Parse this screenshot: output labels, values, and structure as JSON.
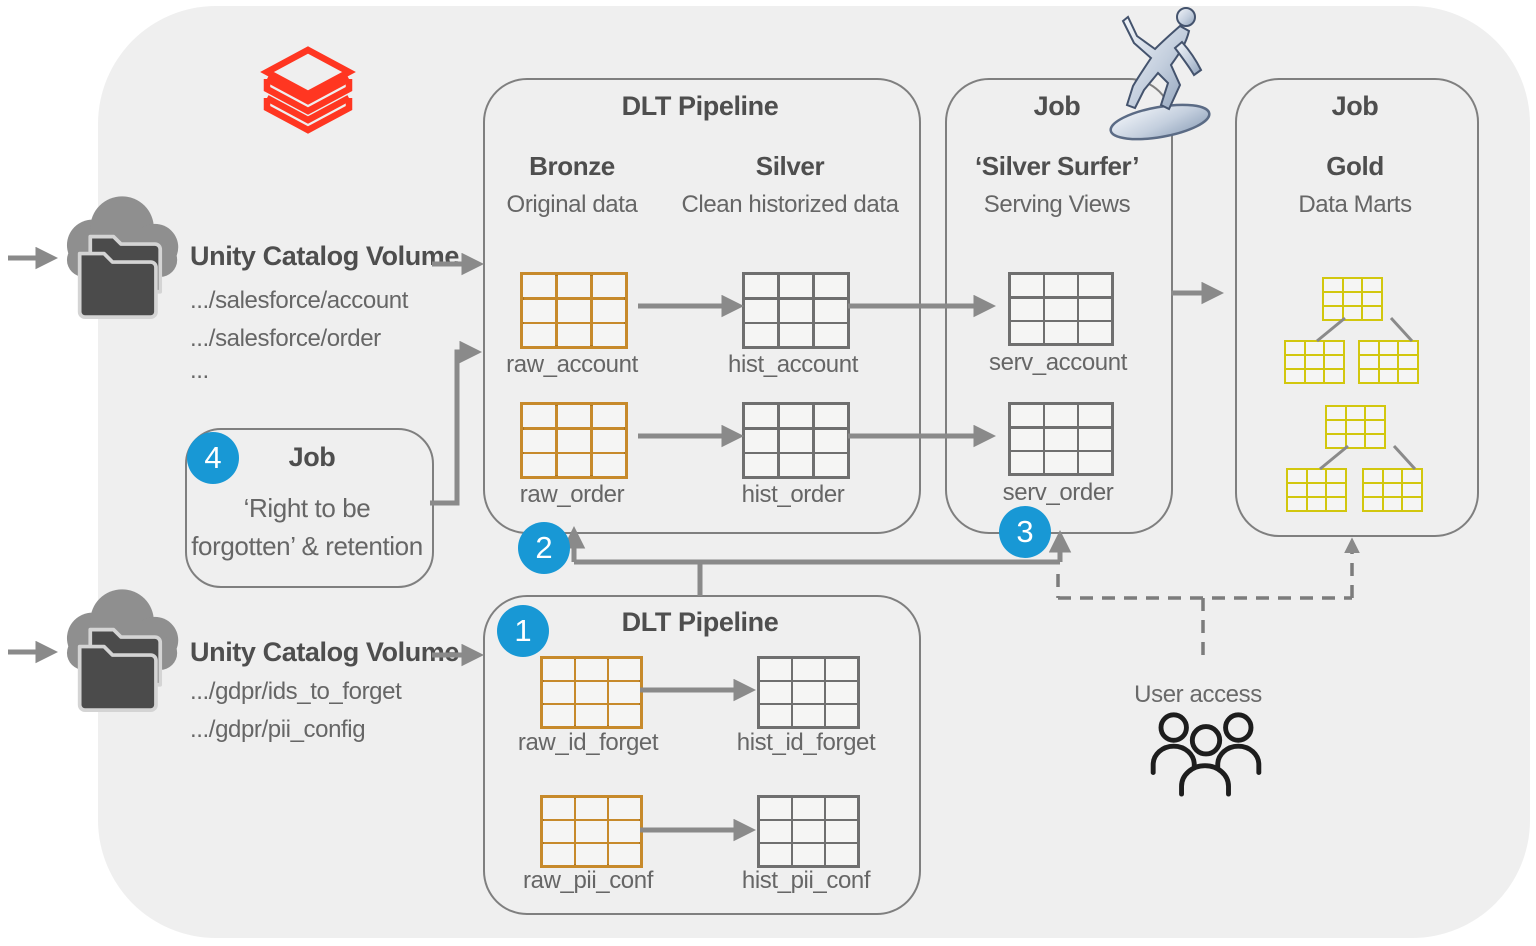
{
  "colors": {
    "accent_blue": "#1898D5",
    "bronze": "#C78A2B",
    "silver": "#6F6F6F",
    "gold": "#D2C70E",
    "databricks_red": "#FF3621",
    "line_gray": "#8A8A8A"
  },
  "icons": {
    "logo": "databricks-logo",
    "volume": "cloud-folder-icon",
    "surfer": "silver-surfer-image",
    "users": "people-icon"
  },
  "volume1": {
    "title": "Unity Catalog Volume",
    "path1": ".../salesforce/account",
    "path2": ".../salesforce/order",
    "path3": "..."
  },
  "volume2": {
    "title": "Unity Catalog Volume",
    "path1": ".../gdpr/ids_to_forget",
    "path2": ".../gdpr/pii_config"
  },
  "top_pipeline": {
    "title": "DLT Pipeline",
    "columns": [
      {
        "name": "Bronze",
        "subtitle": "Original data"
      },
      {
        "name": "Silver",
        "subtitle": "Clean historized data"
      }
    ],
    "tables": [
      "raw_account",
      "hist_account",
      "raw_order",
      "hist_order"
    ]
  },
  "serving_job": {
    "header": "Job",
    "name": "‘Silver Surfer’",
    "subtitle": "Serving Views",
    "tables": [
      "serv_account",
      "serv_order"
    ]
  },
  "gold_job": {
    "header": "Job",
    "name": "Gold",
    "subtitle": "Data Marts"
  },
  "retention_job": {
    "header": "Job",
    "line1": "‘Right to be",
    "line2": "forgotten’ & retention"
  },
  "bottom_pipeline": {
    "title": "DLT Pipeline",
    "tables": [
      "raw_id_forget",
      "hist_id_forget",
      "raw_pii_conf",
      "hist_pii_conf"
    ]
  },
  "badges": {
    "b1": "1",
    "b2": "2",
    "b3": "3",
    "b4": "4"
  },
  "user_access": {
    "label": "User access"
  }
}
